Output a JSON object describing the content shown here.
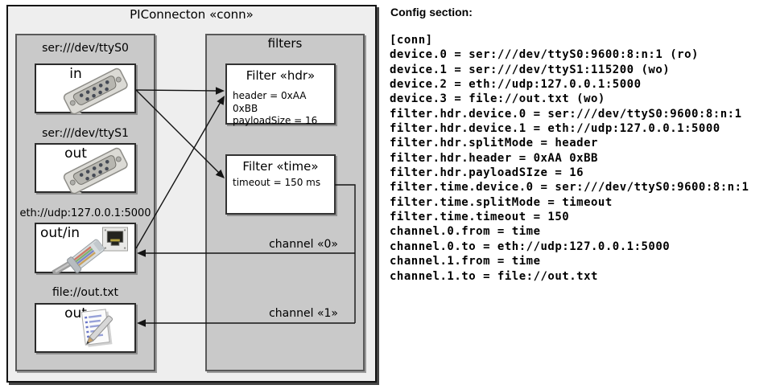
{
  "diagram": {
    "title": "PIConnecton «conn»",
    "colors": {
      "outer_fill": "#eeeeee",
      "panel_fill": "#c9c9c9",
      "box_fill": "#ffffff",
      "line_color": "#141414"
    },
    "devices_panel": {
      "devices": [
        {
          "label": "ser:///dev/ttyS0",
          "direction": "in",
          "icon": "serial-connector"
        },
        {
          "label": "ser:///dev/ttyS1",
          "direction": "out",
          "icon": "serial-connector"
        },
        {
          "label": "eth://udp:127.0.0.1:5000",
          "direction": "out/in",
          "icon": "ethernet-connector"
        },
        {
          "label": "file://out.txt",
          "direction": "out",
          "icon": "notepad-pencil"
        }
      ]
    },
    "filters_panel": {
      "title": "filters",
      "filters": [
        {
          "title": "Filter «hdr»",
          "attributes": [
            "header = 0xAA 0xBB",
            "payloadSize = 16"
          ]
        },
        {
          "title": "Filter «time»",
          "attributes": [
            "timeout = 150 ms"
          ]
        }
      ],
      "channels": [
        {
          "label": "channel «0»"
        },
        {
          "label": "channel «1»"
        }
      ]
    }
  },
  "config": {
    "title": "Config section:",
    "lines": [
      "[conn]",
      "device.0 = ser:///dev/ttyS0:9600:8:n:1 (ro)",
      "device.1 = ser:///dev/ttyS1:115200 (wo)",
      "device.2 = eth://udp:127.0.0.1:5000",
      "device.3 = file://out.txt (wo)",
      "filter.hdr.device.0 = ser:///dev/ttyS0:9600:8:n:1",
      "filter.hdr.device.1 = eth://udp:127.0.0.1:5000",
      "filter.hdr.splitMode = header",
      "filter.hdr.header = 0xAA 0xBB",
      "filter.hdr.payloadSIze = 16",
      "filter.time.device.0 = ser:///dev/ttyS0:9600:8:n:1",
      "filter.time.splitMode = timeout",
      "filter.time.timeout = 150",
      "channel.0.from = time",
      "channel.0.to = eth://udp:127.0.0.1:5000",
      "channel.1.from = time",
      "channel.1.to = file://out.txt"
    ]
  }
}
